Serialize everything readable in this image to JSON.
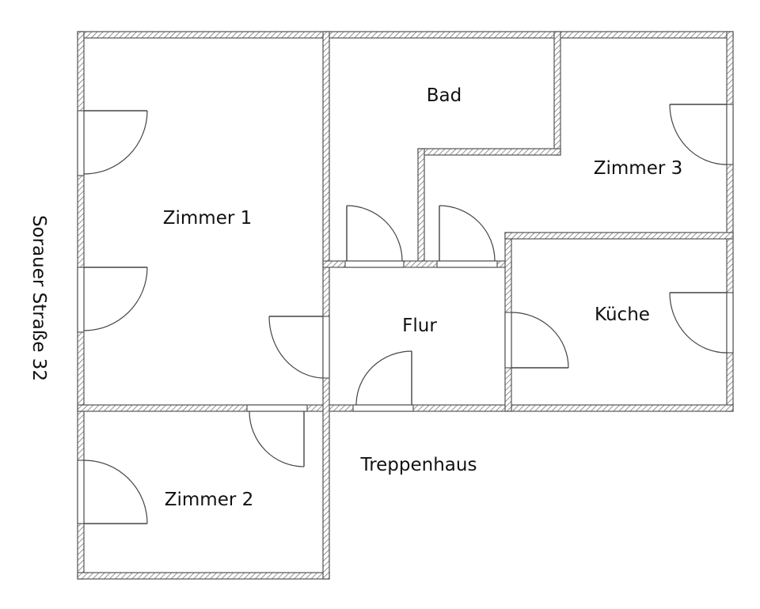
{
  "plan": {
    "street_label": "Sorauer Straße 32",
    "rooms": {
      "zimmer1": "Zimmer 1",
      "zimmer2": "Zimmer 2",
      "zimmer3": "Zimmer 3",
      "bad": "Bad",
      "flur": "Flur",
      "kueche": "Küche",
      "treppenhaus": "Treppenhaus"
    }
  },
  "colors": {
    "wall_line": "#555555",
    "hatch": "#777777",
    "background": "#ffffff"
  }
}
